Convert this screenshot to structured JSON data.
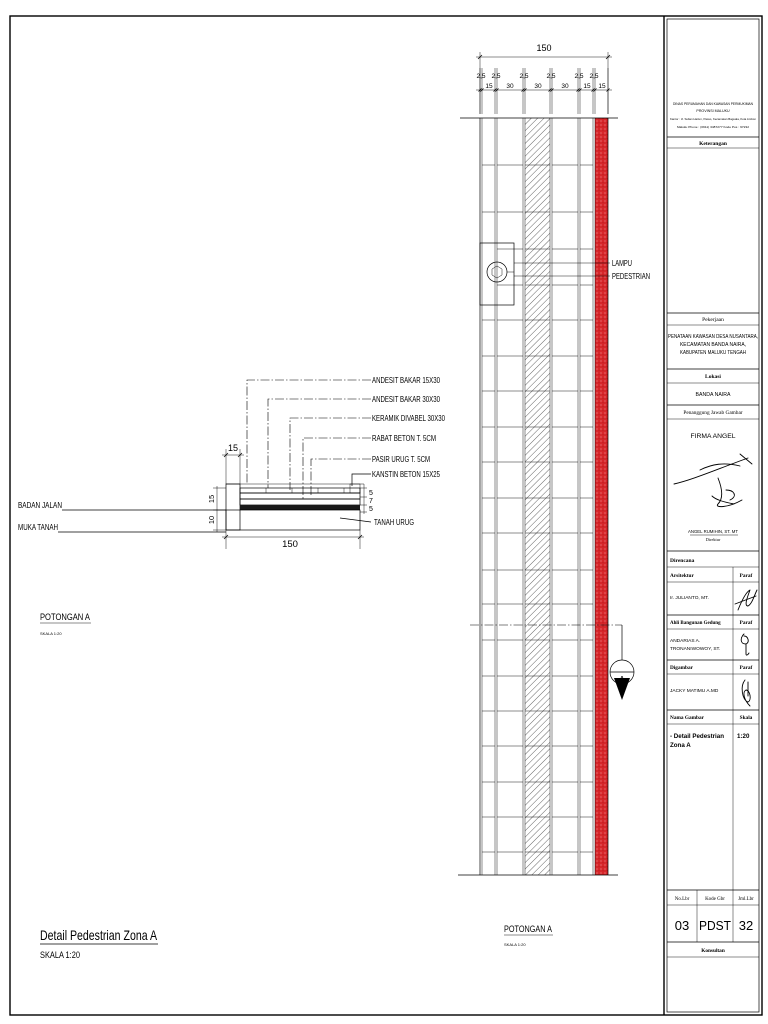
{
  "section_view": {
    "labels": {
      "andesit_15x30": "ANDESIT BAKAR 15X30",
      "andesit_30x30": "ANDESIT BAKAR 30X30",
      "keramik": "KERAMIK DIVABEL 30X30",
      "rabat": "RABAT BETON T. 5CM",
      "pasir": "PASIR URUG T. 5CM",
      "kanstin": "KANSTIN BETON 15X25",
      "tanah": "TANAH URUG"
    },
    "badan_jalan": "BADAN JALAN",
    "muka_tanah": "MUKA TANAH",
    "dim_curb_width": "15",
    "dim_total_width": "150",
    "dim_left": [
      "15",
      "10"
    ],
    "dim_right": [
      "5",
      "7",
      "5"
    ],
    "title": "POTONGAN A",
    "scale": "SKALA 1:20"
  },
  "drawing": {
    "title": "Detail Pedestrian Zona A",
    "scale": "SKALA 1:20"
  },
  "plan_view": {
    "dim_total": "150",
    "dims_joint": [
      "2,5",
      "2,5",
      "2,5",
      "2,5",
      "2,5",
      "2,5"
    ],
    "dims_tile": [
      "15",
      "30",
      "30",
      "30",
      "15",
      "15"
    ],
    "lamp_label": [
      "LAMPU",
      "PEDESTRIAN"
    ],
    "section_marker": "A",
    "title": "POTONGAN A",
    "scale": "SKALA 1:20",
    "colors": {
      "kanstin_fill": "#d7262a"
    }
  },
  "title_block": {
    "agency": [
      "DINAS PERUMAHAN DAN KAWASAN PERMUKIMAN",
      "PROVINSI MALUKU",
      "Kantor : Jl. Sultan Hairun, Passo, Kecamatan Baguala, Kota Ambon",
      "Maluku Phone : (0911) 3487277 Kode Pos : 97232"
    ],
    "keterangan": "Keterangan",
    "pekerjaan": "Pekerjaan",
    "project": [
      "PENATAAN KAWASAN DESA NUSANTARA,",
      "KECAMATAN BANDA NAIRA,",
      "KABUPATEN MALUKU TENGAH"
    ],
    "lokasi": "Lokasi",
    "location": "BANDA NAIRA",
    "pj_label": "Penanggung Jawab Gambar",
    "firm": "FIRMA ANGEL",
    "director_name": "ANGEL RUMIHIN, ST. MT",
    "director_title": "Direktur",
    "direncana": "Direncana",
    "arsitektur": "Arsitektur",
    "paraf": "Paraf",
    "architect": "Ir. JULIANTO, MT.",
    "ahli": "Ahli Bangunan Gedung",
    "ahli_name": [
      "ANDARIAS A.",
      "TRONANIWOWOY, ST."
    ],
    "digambar": "Digambar",
    "drafter": "JACKY MATIMU A.MD",
    "nama_gambar": "Nama Gambar",
    "skala": "Skala",
    "drawing_name": [
      "-  Detail Pedestrian",
      "Zona A"
    ],
    "drawing_scale": "1:20",
    "no_lbr": "No.Lbr",
    "kode_gbr": "Kode Gbr",
    "jml_lbr": "Jml.Lbr",
    "sheet_no": "03",
    "sheet_code": "PDST",
    "sheet_total": "32",
    "konsultan": "Konsultan"
  }
}
